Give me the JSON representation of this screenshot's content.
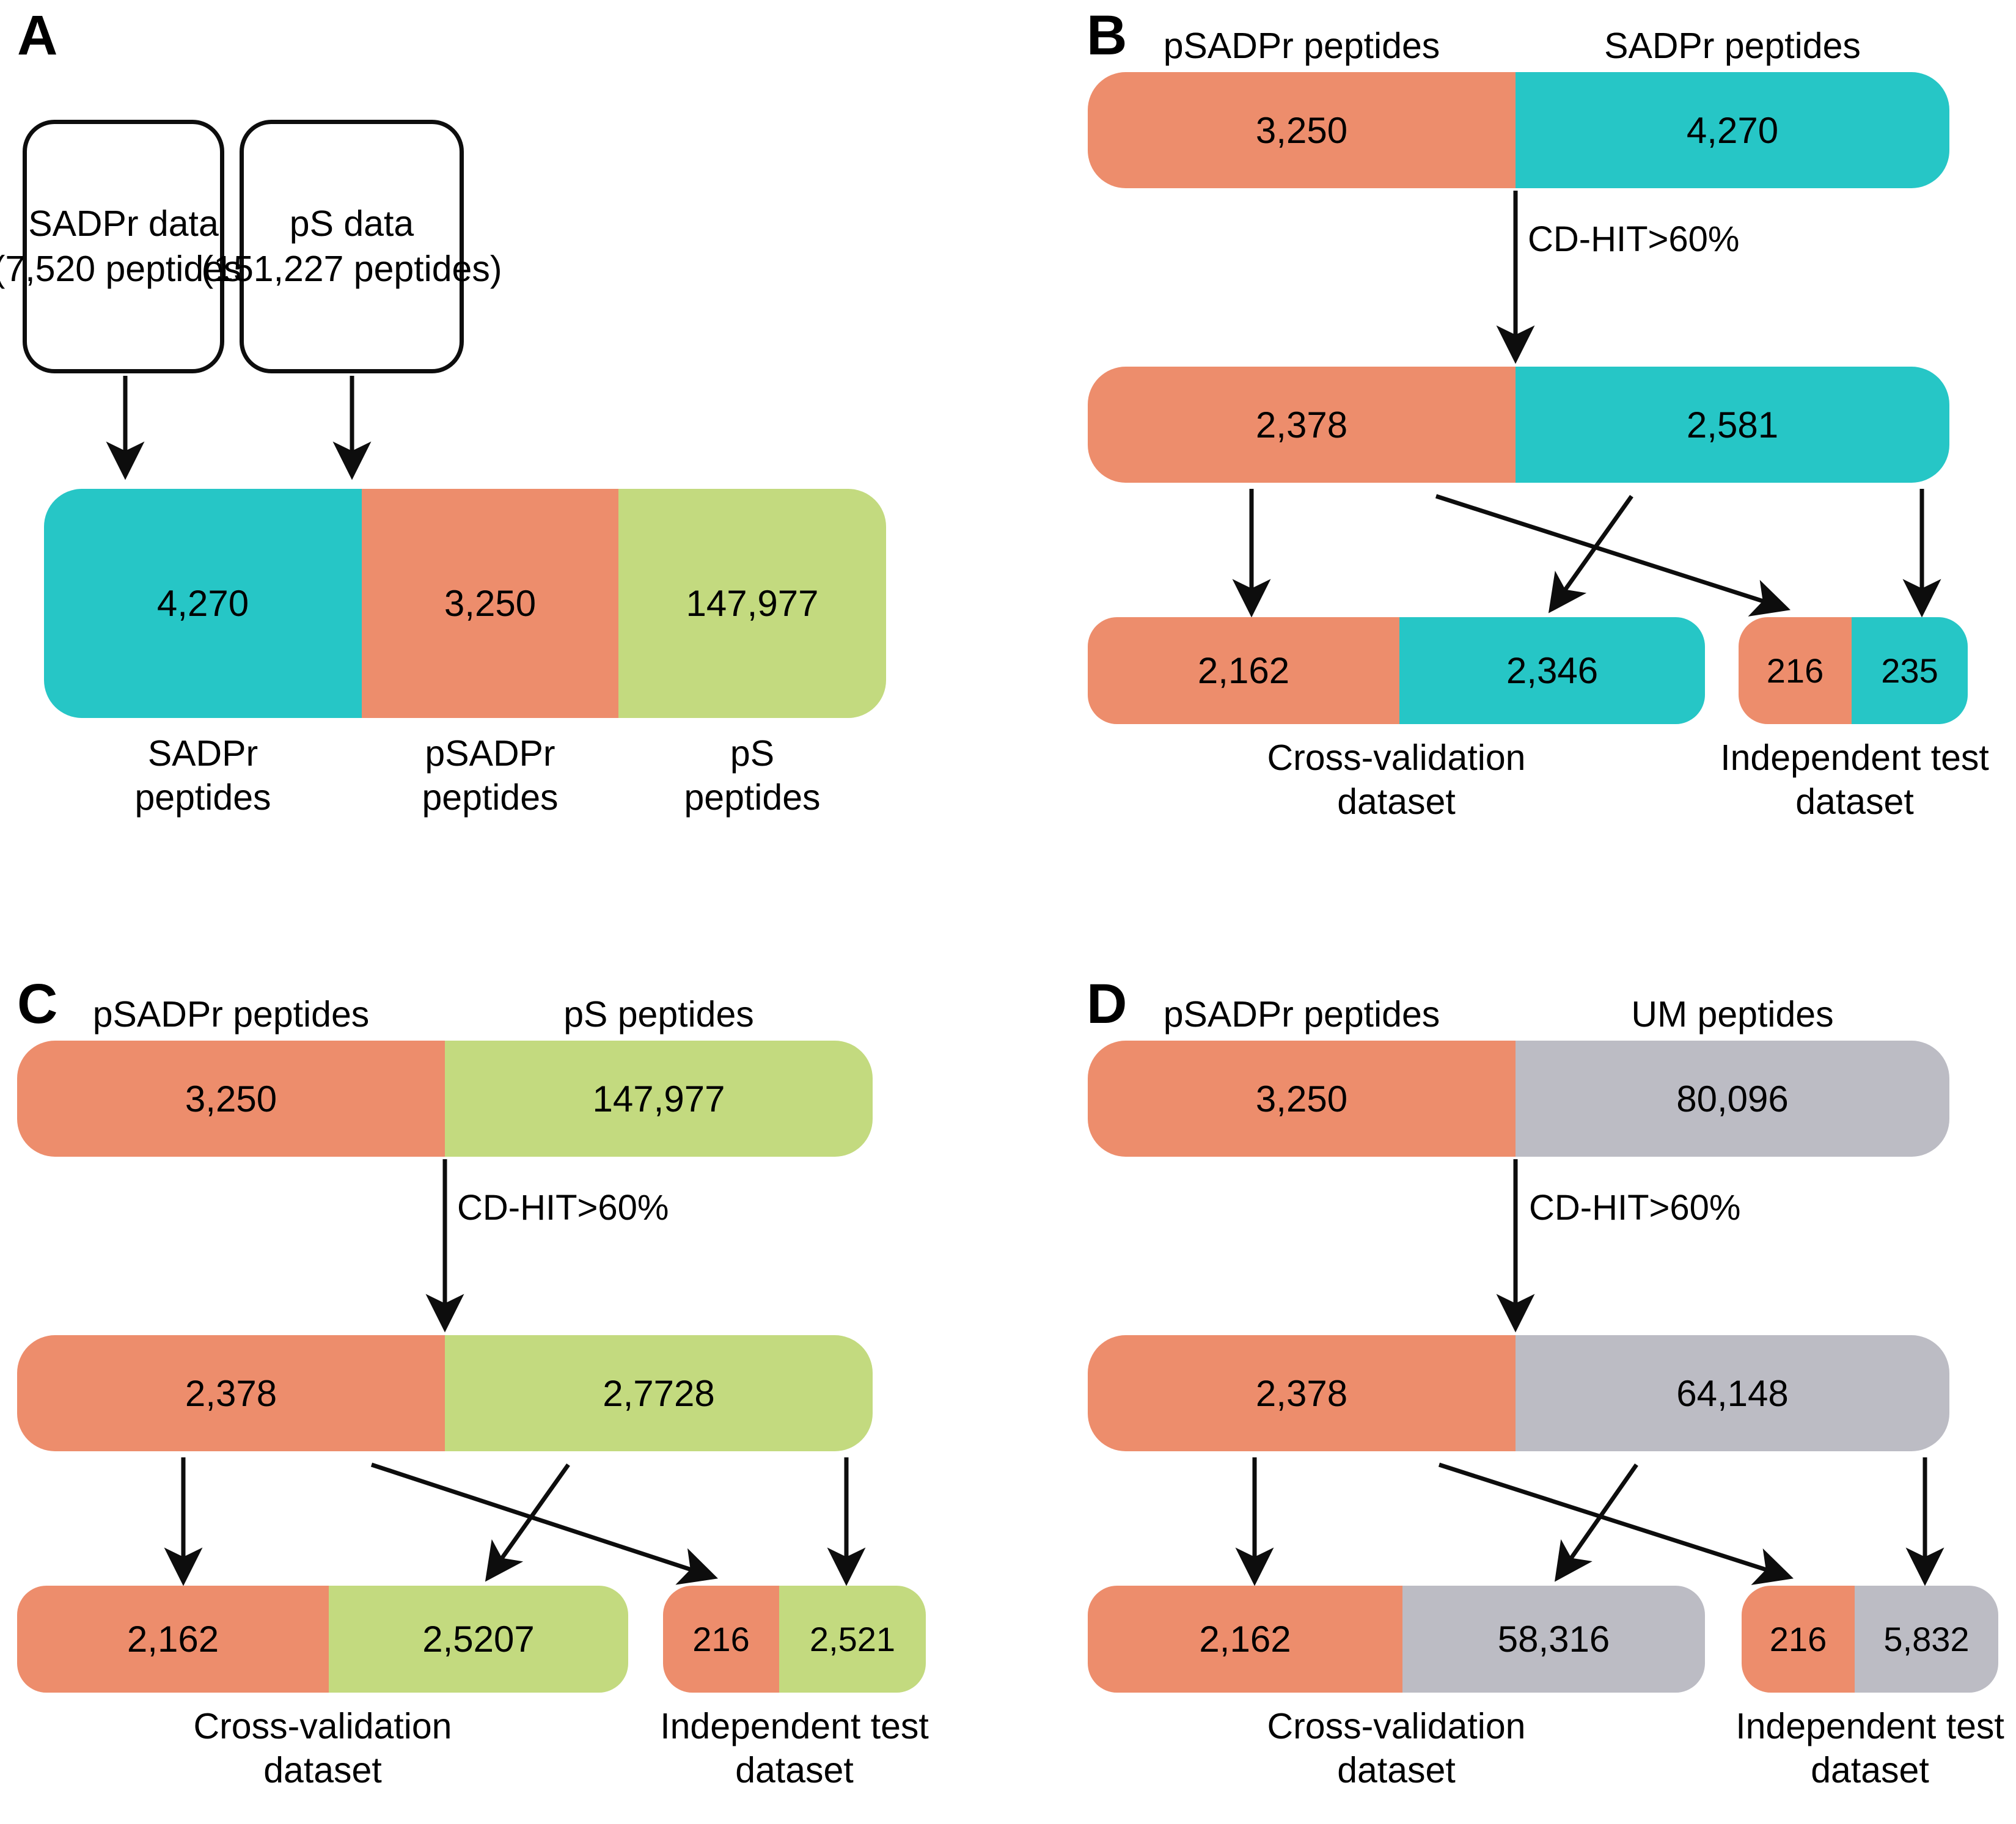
{
  "figure": {
    "colors": {
      "teal": "#26c6c6",
      "salmon": "#ed8d6c",
      "green": "#c3da7f",
      "gray": "#bcbcc4",
      "line": "#0d0d0d"
    }
  },
  "chart_data": {
    "type": "bar",
    "title": "",
    "panels": [
      {
        "letter": "A",
        "type": "source-to-stacked-bar",
        "boxes": [
          {
            "line1": "SADPr data",
            "line2": "(7,520 peptides)"
          },
          {
            "line1": "pS data",
            "line2": "(151,227 peptides)"
          }
        ],
        "bar": {
          "segments": [
            {
              "label": "4,270",
              "value": 4270,
              "color": "teal"
            },
            {
              "label": "3,250",
              "value": 3250,
              "color": "salmon"
            },
            {
              "label": "147,977",
              "value": 147977,
              "color": "green"
            }
          ],
          "captions": [
            {
              "line1": "SADPr",
              "line2": "peptides"
            },
            {
              "line1": "pSADPr",
              "line2": "peptides"
            },
            {
              "line1": "pS",
              "line2": "peptides"
            }
          ]
        }
      },
      {
        "letter": "B",
        "type": "flow",
        "headers": [
          "pSADPr peptides",
          "SADPr peptides"
        ],
        "row1": [
          {
            "label": "3,250",
            "value": 3250,
            "color": "salmon"
          },
          {
            "label": "4,270",
            "value": 4270,
            "color": "teal"
          }
        ],
        "step_label": "CD-HIT>60%",
        "row2": [
          {
            "label": "2,378",
            "value": 2378,
            "color": "salmon"
          },
          {
            "label": "2,581",
            "value": 2581,
            "color": "teal"
          }
        ],
        "row3": {
          "cross_validation": {
            "segments": [
              {
                "label": "2,162",
                "value": 2162,
                "color": "salmon"
              },
              {
                "label": "2,346",
                "value": 2346,
                "color": "teal"
              }
            ],
            "caption_line1": "Cross-validation",
            "caption_line2": "dataset"
          },
          "independent_test": {
            "segments": [
              {
                "label": "216",
                "value": 216,
                "color": "salmon"
              },
              {
                "label": "235",
                "value": 235,
                "color": "teal"
              }
            ],
            "caption_line1": "Independent test",
            "caption_line2": "dataset"
          }
        }
      },
      {
        "letter": "C",
        "type": "flow",
        "headers": [
          "pSADPr peptides",
          "pS peptides"
        ],
        "row1": [
          {
            "label": "3,250",
            "value": 3250,
            "color": "salmon"
          },
          {
            "label": "147,977",
            "value": 147977,
            "color": "green"
          }
        ],
        "step_label": "CD-HIT>60%",
        "row2": [
          {
            "label": "2,378",
            "value": 2378,
            "color": "salmon"
          },
          {
            "label": "2,7728",
            "value": 27728,
            "color": "green"
          }
        ],
        "row3": {
          "cross_validation": {
            "segments": [
              {
                "label": "2,162",
                "value": 2162,
                "color": "salmon"
              },
              {
                "label": "2,5207",
                "value": 25207,
                "color": "green"
              }
            ],
            "caption_line1": "Cross-validation",
            "caption_line2": "dataset"
          },
          "independent_test": {
            "segments": [
              {
                "label": "216",
                "value": 216,
                "color": "salmon"
              },
              {
                "label": "2,521",
                "value": 2521,
                "color": "green"
              }
            ],
            "caption_line1": "Independent test",
            "caption_line2": "dataset"
          }
        }
      },
      {
        "letter": "D",
        "type": "flow",
        "headers": [
          "pSADPr peptides",
          "UM peptides"
        ],
        "row1": [
          {
            "label": "3,250",
            "value": 3250,
            "color": "salmon"
          },
          {
            "label": "80,096",
            "value": 80096,
            "color": "gray"
          }
        ],
        "step_label": "CD-HIT>60%",
        "row2": [
          {
            "label": "2,378",
            "value": 2378,
            "color": "salmon"
          },
          {
            "label": "64,148",
            "value": 64148,
            "color": "gray"
          }
        ],
        "row3": {
          "cross_validation": {
            "segments": [
              {
                "label": "2,162",
                "value": 2162,
                "color": "salmon"
              },
              {
                "label": "58,316",
                "value": 58316,
                "color": "gray"
              }
            ],
            "caption_line1": "Cross-validation",
            "caption_line2": "dataset"
          },
          "independent_test": {
            "segments": [
              {
                "label": "216",
                "value": 216,
                "color": "salmon"
              },
              {
                "label": "5,832",
                "value": 5832,
                "color": "gray"
              }
            ],
            "caption_line1": "Independent test",
            "caption_line2": "dataset"
          }
        }
      }
    ]
  }
}
